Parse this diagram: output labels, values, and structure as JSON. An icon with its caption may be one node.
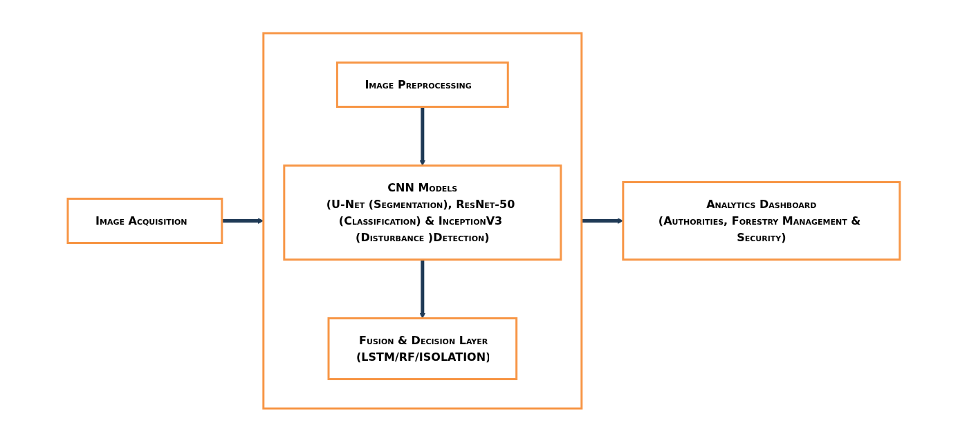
{
  "diagram": {
    "nodes": [
      {
        "text": [
          "Image Acquisition"
        ]
      },
      {
        "text": [],
        "shape": "box"
      },
      {
        "text": [
          "Image Preprocessing"
        ],
        "in": 1
      },
      {
        "text": [
          "CNN Models",
          "(U-Net (Segmentation), ResNet-50 (Classification) & InceptionV3 (Disturbance )Detection)"
        ],
        "in": 1
      },
      {
        "text": [
          "Fusion & Decision Layer",
          "(LSTM/RF/ISOLATION)"
        ],
        "in": 1
      },
      {
        "text": [
          "Analytics Dashboard",
          "(Authorities, Forestry Management & Security)"
        ]
      }
    ],
    "edges": [
      {
        "from": 0,
        "to": 1,
        "arrow": "to"
      },
      {
        "from": 2,
        "to": 3,
        "arrow": "to"
      },
      {
        "from": 3,
        "to": 4,
        "arrow": "to"
      },
      {
        "from": 1,
        "to": 5,
        "arrow": "to"
      }
    ]
  }
}
